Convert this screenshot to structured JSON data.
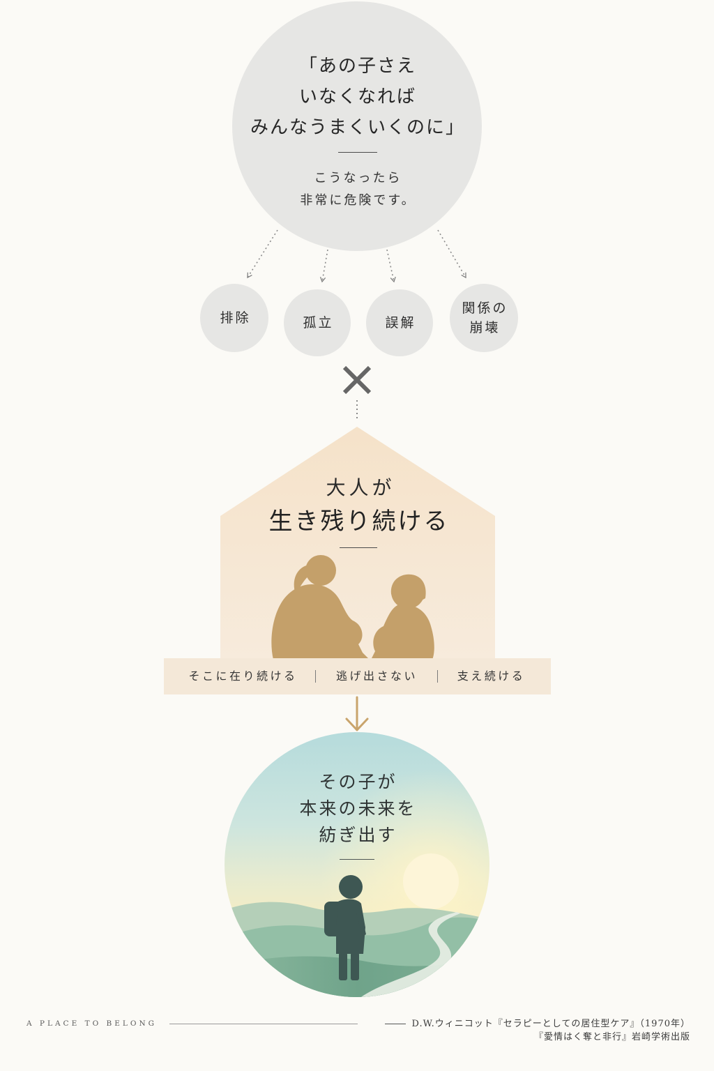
{
  "top_circle": {
    "quote_lines": [
      "「あの子さえ",
      "いなくなれば",
      "みんなうまくいくのに」"
    ],
    "warning_lines": [
      "こうなったら",
      "非常に危険です。"
    ]
  },
  "risks": [
    {
      "lines": [
        "排除"
      ]
    },
    {
      "lines": [
        "孤立"
      ]
    },
    {
      "lines": [
        "誤解"
      ]
    },
    {
      "lines": [
        "関係の",
        "崩壊"
      ]
    }
  ],
  "house": {
    "subject": "大人が",
    "action": "生き残り続ける"
  },
  "banner": {
    "items": [
      "そこに在り続ける",
      "逃げ出さない",
      "支え続ける"
    ]
  },
  "future_circle": {
    "lines": [
      "その子が",
      "本来の未来を",
      "紡ぎ出す"
    ]
  },
  "footer": {
    "tagline": "A PLACE TO BELONG",
    "citation_lines": [
      "D.W.ウィニコット『セラピーとしての居住型ケア』（1970年）",
      "『愛情はく奪と非行』岩崎学術出版"
    ]
  },
  "icons": {
    "connector": "x-mark-icon",
    "flow_arrow": "arrow-down-icon",
    "risk_arrows": "dotted-arrow-icon"
  },
  "colors": {
    "background": "#fbfaf6",
    "circle_gray": "#e6e6e4",
    "house_fill": "#f5e4cd",
    "banner_fill": "#f4e8d8",
    "silhouette_tan": "#c4a06a",
    "accent_arrow": "#c9a46c",
    "child_silhouette": "#3e5753"
  }
}
